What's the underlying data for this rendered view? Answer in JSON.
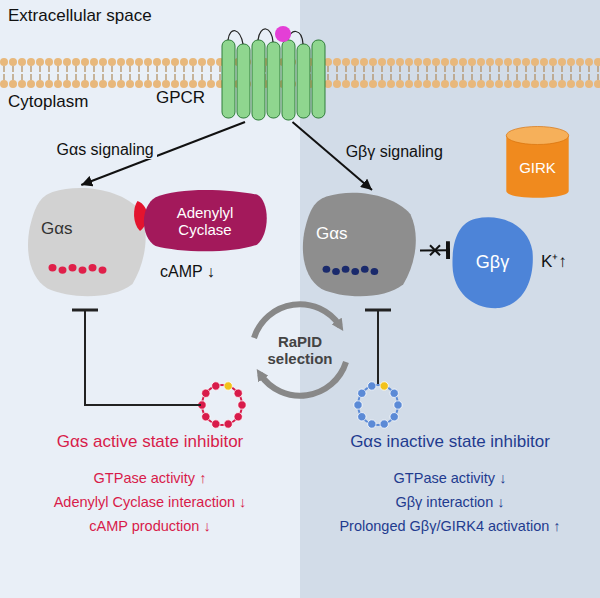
{
  "diagram": {
    "nodes": [
      {
        "text": [
          "GPCR"
        ]
      },
      {
        "text": [
          "Gαs"
        ]
      },
      {
        "text": [
          "Adenylyl Cyclase"
        ]
      },
      {
        "text": [
          "Gαs"
        ]
      },
      {
        "text": [
          "Gβγ"
        ]
      },
      {
        "text": [
          "GIRK"
        ]
      },
      {
        "text": [
          "RaPID selection"
        ]
      }
    ],
    "edges": [
      {
        "from": 0,
        "to": 1,
        "label": "Gαs signaling",
        "arrow": "to"
      },
      {
        "from": 0,
        "to": 3,
        "label": "Gβγ signaling",
        "arrow": "to"
      },
      {
        "from": 3,
        "to": 4,
        "arrow": "to"
      }
    ],
    "labels": [
      "Extracellular space",
      "Cytoplasm",
      "cAMP ↓",
      "K⁺↑",
      "Gαs active state inhibitor",
      "GTPase activity ↑",
      "Adenylyl Cyclase interaction ↓",
      "cAMP production ↓",
      "Gαs inactive state inhibitor",
      "GTPase activity ↓",
      "Gβγ interaction ↓",
      "Prolonged Gβγ/GIRK4 activation ↑"
    ]
  }
}
